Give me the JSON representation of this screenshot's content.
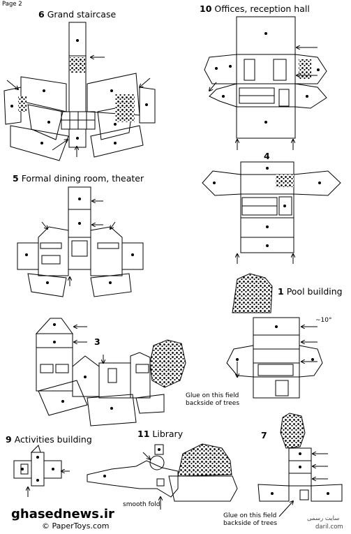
{
  "page": {
    "label": "Page 2",
    "watermark": "ghasednews.ir",
    "copyright": "© PaperToys.com",
    "corner_stamp_line1": "سایت رسمی",
    "corner_stamp_line2": "daril.com"
  },
  "sections": [
    {
      "number": "6",
      "title": "Grand staircase"
    },
    {
      "number": "10",
      "title": "Offices, reception hall"
    },
    {
      "number": "5",
      "title": "Formal dining room, theater"
    },
    {
      "number": "4",
      "title": ""
    },
    {
      "number": "1",
      "title": "Pool building"
    },
    {
      "number": "3",
      "title": ""
    },
    {
      "number": "9",
      "title": "Activities building"
    },
    {
      "number": "11",
      "title": "Library"
    },
    {
      "number": "7",
      "title": ""
    }
  ],
  "notes": {
    "angle": "~10°",
    "glue_line1": "Glue on this field",
    "glue_line2": "backside of trees",
    "smooth_fold": "smooth fold"
  },
  "colors": {
    "ink": "#000000",
    "paper": "#ffffff"
  }
}
